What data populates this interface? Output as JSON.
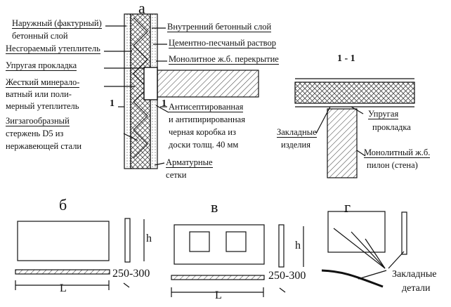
{
  "panel_letters": {
    "a": "а",
    "b": "б",
    "v": "в",
    "g": "г"
  },
  "section": {
    "title": "1 - 1",
    "marker": "1"
  },
  "labels_a": {
    "outer_layer_1": "Наружный (фактурный)",
    "outer_layer_2": "бетонный слой",
    "fireproof": "Несгораемый утеплитель",
    "elastic_gasket": "Упругая прокладка",
    "rigid_1": "Жесткий минерало-",
    "rigid_2": "ватный или поли-",
    "rigid_3": "мерный утеплитель",
    "zigzag_1": "Зигзагообразный",
    "zigzag_2": "стержень D5 из",
    "zigzag_3": "нержавеющей стали",
    "inner_layer": "Внутренний бетонный слой",
    "mortar": "Цементно-песчаный раствор",
    "slab": "Монолитное ж.б. перекрытие",
    "antiseptic_1": "Антисептированная",
    "antiseptic_2": "и антипирированная",
    "antiseptic_3": "черная коробка из",
    "antiseptic_4": "доски толщ. 40 мм",
    "rebar_1": "Арматурные",
    "rebar_2": "сетки"
  },
  "labels_section": {
    "elastic_1": "Упругая",
    "elastic_2": "прокладка",
    "embedded_1": "Закладные",
    "embedded_2": "изделия",
    "pylon_1": "Монолитный ж.б.",
    "pylon_2": "пилон (стена)"
  },
  "labels_bottom": {
    "L": "L",
    "h": "h",
    "thickness": "250-300",
    "embedded_1": "Закладные",
    "embedded_2": "детали"
  },
  "colors": {
    "ink": "#111111",
    "paper": "#ffffff",
    "hatch": "#333333"
  }
}
